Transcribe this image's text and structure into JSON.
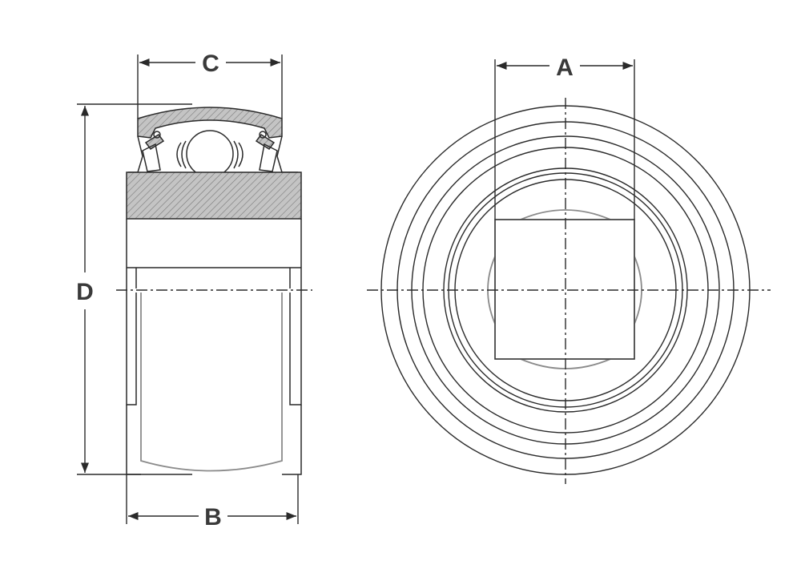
{
  "labels": {
    "a": "A",
    "b": "B",
    "c": "C",
    "d": "D"
  },
  "colors": {
    "line": "#2a2a2a",
    "hatch_fill": "#bdbdbd",
    "shaft": "#8a8a8a",
    "background": "#ffffff"
  }
}
